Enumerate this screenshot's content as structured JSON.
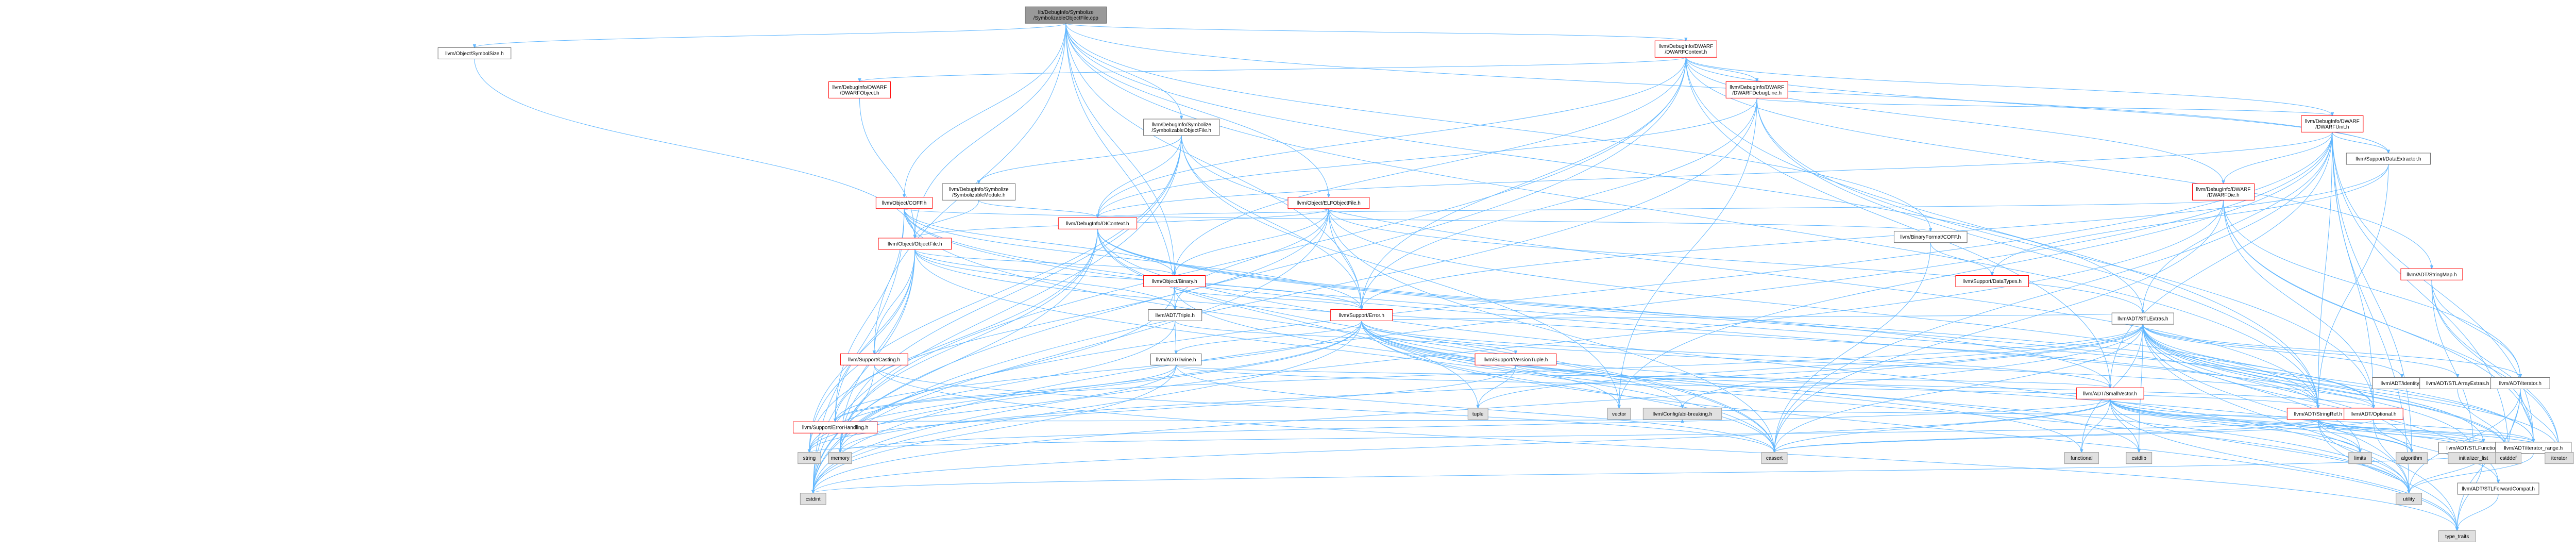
{
  "colors": {
    "root_fill": "#999999",
    "node_fill": "#ffffff",
    "external_fill": "#e0e0e0",
    "node_border_internal": "#ff0000",
    "node_border_plain": "#666666",
    "node_border_external": "#999999",
    "edge": "#63b8ff",
    "text": "#000000"
  },
  "nodes": [
    {
      "id": "root",
      "lines": [
        "lib/DebugInfo/Symbolize",
        "/SymbolizableObjectFile.cpp"
      ],
      "kind": "root"
    },
    {
      "id": "symbolsize",
      "lines": [
        "llvm/Object/SymbolSize.h"
      ],
      "kind": "plain"
    },
    {
      "id": "dwarfcontext",
      "lines": [
        "llvm/DebugInfo/DWARF",
        "/DWARFContext.h"
      ],
      "kind": "internal"
    },
    {
      "id": "dwarfobject",
      "lines": [
        "llvm/DebugInfo/DWARF",
        "/DWARFObject.h"
      ],
      "kind": "internal"
    },
    {
      "id": "dwarfdebugline",
      "lines": [
        "llvm/DebugInfo/DWARF",
        "/DWARFDebugLine.h"
      ],
      "kind": "internal"
    },
    {
      "id": "symbolizableobjectfile",
      "lines": [
        "llvm/DebugInfo/Symbolize",
        "/SymbolizableObjectFile.h"
      ],
      "kind": "plain"
    },
    {
      "id": "dwarfunit",
      "lines": [
        "llvm/DebugInfo/DWARF",
        "/DWARFUnit.h"
      ],
      "kind": "internal"
    },
    {
      "id": "symbolizablemodule",
      "lines": [
        "llvm/DebugInfo/Symbolize",
        "/SymbolizableModule.h"
      ],
      "kind": "plain"
    },
    {
      "id": "dataextractor",
      "lines": [
        "llvm/Support/DataExtractor.h"
      ],
      "kind": "plain"
    },
    {
      "id": "dwarfdie",
      "lines": [
        "llvm/DebugInfo/DWARF",
        "/DWARFDie.h"
      ],
      "kind": "internal"
    },
    {
      "id": "objectcoff",
      "lines": [
        "llvm/Object/COFF.h"
      ],
      "kind": "internal"
    },
    {
      "id": "dicontext",
      "lines": [
        "llvm/DebugInfo/DIContext.h"
      ],
      "kind": "internal"
    },
    {
      "id": "elfobjectfile",
      "lines": [
        "llvm/Object/ELFObjectFile.h"
      ],
      "kind": "internal"
    },
    {
      "id": "objectfile",
      "lines": [
        "llvm/Object/ObjectFile.h"
      ],
      "kind": "internal"
    },
    {
      "id": "binaryformatcoff",
      "lines": [
        "llvm/BinaryFormat/COFF.h"
      ],
      "kind": "plain"
    },
    {
      "id": "stringmap",
      "lines": [
        "llvm/ADT/StringMap.h"
      ],
      "kind": "internal"
    },
    {
      "id": "datatypes",
      "lines": [
        "llvm/Support/DataTypes.h"
      ],
      "kind": "internal"
    },
    {
      "id": "objectbinary",
      "lines": [
        "llvm/Object/Binary.h"
      ],
      "kind": "internal"
    },
    {
      "id": "triple",
      "lines": [
        "llvm/ADT/Triple.h"
      ],
      "kind": "plain"
    },
    {
      "id": "supporterror",
      "lines": [
        "llvm/Support/Error.h"
      ],
      "kind": "internal"
    },
    {
      "id": "supportcasting",
      "lines": [
        "llvm/Support/Casting.h"
      ],
      "kind": "internal"
    },
    {
      "id": "twine",
      "lines": [
        "llvm/ADT/Twine.h"
      ],
      "kind": "plain"
    },
    {
      "id": "versiontuple",
      "lines": [
        "llvm/Support/VersionTuple.h"
      ],
      "kind": "internal"
    },
    {
      "id": "stlextras",
      "lines": [
        "llvm/ADT/STLExtras.h"
      ],
      "kind": "plain"
    },
    {
      "id": "errorhandling",
      "lines": [
        "llvm/Support/ErrorHandling.h"
      ],
      "kind": "internal"
    },
    {
      "id": "abibreaking",
      "lines": [
        "llvm/Config/abi-breaking.h"
      ],
      "kind": "external"
    },
    {
      "id": "smallvector",
      "lines": [
        "llvm/ADT/SmallVector.h"
      ],
      "kind": "internal"
    },
    {
      "id": "stringref",
      "lines": [
        "llvm/ADT/StringRef.h"
      ],
      "kind": "internal"
    },
    {
      "id": "optional",
      "lines": [
        "llvm/ADT/Optional.h"
      ],
      "kind": "internal"
    },
    {
      "id": "identity",
      "lines": [
        "llvm/ADT/identity.h"
      ],
      "kind": "plain"
    },
    {
      "id": "stlarrayextras",
      "lines": [
        "llvm/ADT/STLArrayExtras.h"
      ],
      "kind": "plain"
    },
    {
      "id": "adtiterator",
      "lines": [
        "llvm/ADT/iterator.h"
      ],
      "kind": "plain"
    },
    {
      "id": "stlfunctionalextras",
      "lines": [
        "llvm/ADT/STLFunctionalExtras.h"
      ],
      "kind": "plain"
    },
    {
      "id": "iteratorrange",
      "lines": [
        "llvm/ADT/iterator_range.h"
      ],
      "kind": "plain"
    },
    {
      "id": "stlforwardcompat",
      "lines": [
        "llvm/ADT/STLForwardCompat.h"
      ],
      "kind": "plain"
    },
    {
      "id": "vector",
      "lines": [
        "vector"
      ],
      "kind": "external"
    },
    {
      "id": "tuple",
      "lines": [
        "tuple"
      ],
      "kind": "external"
    },
    {
      "id": "string",
      "lines": [
        "string"
      ],
      "kind": "external"
    },
    {
      "id": "memory",
      "lines": [
        "memory"
      ],
      "kind": "external"
    },
    {
      "id": "cstdint",
      "lines": [
        "cstdint"
      ],
      "kind": "external"
    },
    {
      "id": "cassert",
      "lines": [
        "cassert"
      ],
      "kind": "external"
    },
    {
      "id": "functional",
      "lines": [
        "functional"
      ],
      "kind": "external"
    },
    {
      "id": "cstdlib",
      "lines": [
        "cstdlib"
      ],
      "kind": "external"
    },
    {
      "id": "limits",
      "lines": [
        "limits"
      ],
      "kind": "external"
    },
    {
      "id": "algorithm",
      "lines": [
        "algorithm"
      ],
      "kind": "external"
    },
    {
      "id": "initializerlist",
      "lines": [
        "initializer_list"
      ],
      "kind": "external"
    },
    {
      "id": "cstddef",
      "lines": [
        "cstddef"
      ],
      "kind": "external"
    },
    {
      "id": "iterator",
      "lines": [
        "iterator"
      ],
      "kind": "external"
    },
    {
      "id": "utility",
      "lines": [
        "utility"
      ],
      "kind": "external"
    },
    {
      "id": "typetraits",
      "lines": [
        "type_traits"
      ],
      "kind": "external"
    }
  ],
  "edges": [
    [
      "root",
      "symbolsize"
    ],
    [
      "root",
      "dwarfcontext"
    ],
    [
      "root",
      "symbolizableobjectfile"
    ],
    [
      "root",
      "objectcoff"
    ],
    [
      "root",
      "elfobjectfile"
    ],
    [
      "root",
      "objectfile"
    ],
    [
      "root",
      "binaryformatcoff"
    ],
    [
      "root",
      "objectbinary"
    ],
    [
      "root",
      "supportcasting"
    ],
    [
      "root",
      "dataextractor"
    ],
    [
      "root",
      "stlextras"
    ],
    [
      "root",
      "stringref"
    ],
    [
      "root",
      "triple"
    ],
    [
      "root",
      "supporterror"
    ],
    [
      "symbolsize",
      "objectfile"
    ],
    [
      "dwarfcontext",
      "dwarfobject"
    ],
    [
      "dwarfcontext",
      "dwarfdebugline"
    ],
    [
      "dwarfcontext",
      "dwarfunit"
    ],
    [
      "dwarfcontext",
      "dwarfdie"
    ],
    [
      "dwarfcontext",
      "dicontext"
    ],
    [
      "dwarfcontext",
      "stringmap"
    ],
    [
      "dwarfcontext",
      "smallvector"
    ],
    [
      "dwarfcontext",
      "stringref"
    ],
    [
      "dwarfcontext",
      "dataextractor"
    ],
    [
      "dwarfcontext",
      "supporterror"
    ],
    [
      "dwarfcontext",
      "memory"
    ],
    [
      "dwarfcontext",
      "cstdint"
    ],
    [
      "dwarfcontext",
      "objectbinary"
    ],
    [
      "dwarfobject",
      "objectfile"
    ],
    [
      "dwarfdebugline",
      "dwarfunit"
    ],
    [
      "dwarfdebugline",
      "dicontext"
    ],
    [
      "dwarfdebugline",
      "stringref"
    ],
    [
      "dwarfdebugline",
      "supporterror"
    ],
    [
      "dwarfdebugline",
      "vector"
    ],
    [
      "dwarfdebugline",
      "cstdint"
    ],
    [
      "dwarfdebugline",
      "optional"
    ],
    [
      "symbolizableobjectfile",
      "symbolizablemodule"
    ],
    [
      "symbolizableobjectfile",
      "dicontext"
    ],
    [
      "symbolizableobjectfile",
      "supporterror"
    ],
    [
      "symbolizableobjectfile",
      "stringref"
    ],
    [
      "symbolizableobjectfile",
      "cstdint"
    ],
    [
      "symbolizableobjectfile",
      "memory"
    ],
    [
      "symbolizableobjectfile",
      "string"
    ],
    [
      "symbolizableobjectfile",
      "vector"
    ],
    [
      "symbolizablemodule",
      "dicontext"
    ],
    [
      "symbolizablemodule",
      "objectfile"
    ],
    [
      "dwarfunit",
      "dwarfdie"
    ],
    [
      "dwarfunit",
      "dataextractor"
    ],
    [
      "dwarfunit",
      "stlextras"
    ],
    [
      "dwarfunit",
      "smallvector"
    ],
    [
      "dwarfunit",
      "stringref"
    ],
    [
      "dwarfunit",
      "optional"
    ],
    [
      "dwarfunit",
      "dicontext"
    ],
    [
      "dwarfunit",
      "algorithm"
    ],
    [
      "dwarfunit",
      "cassert"
    ],
    [
      "dwarfunit",
      "cstddef"
    ],
    [
      "dwarfunit",
      "cstdint"
    ],
    [
      "dwarfunit",
      "memory"
    ],
    [
      "dwarfunit",
      "utility"
    ],
    [
      "dwarfunit",
      "vector"
    ],
    [
      "dwarfunit",
      "iteratorrange"
    ],
    [
      "dataextractor",
      "datatypes"
    ],
    [
      "dataextractor",
      "supporterror"
    ],
    [
      "dataextractor",
      "stringref"
    ],
    [
      "dwarfdie",
      "dicontext"
    ],
    [
      "dwarfdie",
      "adtiterator"
    ],
    [
      "dwarfdie",
      "iteratorrange"
    ],
    [
      "dwarfdie",
      "optional"
    ],
    [
      "dwarfdie",
      "cassert"
    ],
    [
      "dwarfdie",
      "cstdint"
    ],
    [
      "dwarfdie",
      "iterator"
    ],
    [
      "objectcoff",
      "objectfile"
    ],
    [
      "objectcoff",
      "binaryformatcoff"
    ],
    [
      "objectcoff",
      "objectbinary"
    ],
    [
      "objectcoff",
      "supporterror"
    ],
    [
      "objectcoff",
      "errorhandling"
    ],
    [
      "objectcoff",
      "cassert"
    ],
    [
      "objectcoff",
      "cstddef"
    ],
    [
      "objectcoff",
      "cstdint"
    ],
    [
      "objectcoff",
      "iteratorrange"
    ],
    [
      "dicontext",
      "stringref"
    ],
    [
      "dicontext",
      "optional"
    ],
    [
      "dicontext",
      "smallvector"
    ],
    [
      "dicontext",
      "cassert"
    ],
    [
      "dicontext",
      "cstdint"
    ],
    [
      "dicontext",
      "memory"
    ],
    [
      "dicontext",
      "string"
    ],
    [
      "dicontext",
      "tuple"
    ],
    [
      "dicontext",
      "utility"
    ],
    [
      "elfobjectfile",
      "objectfile"
    ],
    [
      "elfobjectfile",
      "objectbinary"
    ],
    [
      "elfobjectfile",
      "supporterror"
    ],
    [
      "elfobjectfile",
      "casting"
    ],
    [
      "elfobjectfile",
      "stlextras"
    ],
    [
      "elfobjectfile",
      "stringref"
    ],
    [
      "elfobjectfile",
      "triple"
    ],
    [
      "elfobjectfile",
      "cassert"
    ],
    [
      "elfobjectfile",
      "cstdint"
    ],
    [
      "elfobjectfile",
      "errorhandling"
    ],
    [
      "objectfile",
      "objectbinary"
    ],
    [
      "objectfile",
      "supporterror"
    ],
    [
      "objectfile",
      "supportcasting"
    ],
    [
      "objectfile",
      "triple"
    ],
    [
      "objectfile",
      "stringref"
    ],
    [
      "objectfile",
      "errorhandling"
    ],
    [
      "objectfile",
      "cassert"
    ],
    [
      "objectfile",
      "cstdint"
    ],
    [
      "objectfile",
      "memory"
    ],
    [
      "objectfile",
      "string"
    ],
    [
      "binaryformatcoff",
      "datatypes"
    ],
    [
      "binaryformatcoff",
      "cassert"
    ],
    [
      "stringmap",
      "adtiterator"
    ],
    [
      "stringmap",
      "iteratorrange"
    ],
    [
      "stringmap",
      "initializerlist"
    ],
    [
      "stringmap",
      "iterator"
    ],
    [
      "objectbinary",
      "triple"
    ],
    [
      "objectbinary",
      "supporterror"
    ],
    [
      "objectbinary",
      "memory"
    ],
    [
      "objectbinary",
      "utility"
    ],
    [
      "triple",
      "twine"
    ],
    [
      "triple",
      "versiontuple"
    ],
    [
      "triple",
      "string"
    ],
    [
      "supporterror",
      "abibreaking"
    ],
    [
      "supporterror",
      "stlextras"
    ],
    [
      "supporterror",
      "smallvector"
    ],
    [
      "supporterror",
      "twine"
    ],
    [
      "supporterror",
      "errorhandling"
    ],
    [
      "supporterror",
      "algorithm"
    ],
    [
      "supporterror",
      "cassert"
    ],
    [
      "supporterror",
      "cstdint"
    ],
    [
      "supporterror",
      "cstdlib"
    ],
    [
      "supporterror",
      "functional"
    ],
    [
      "supporterror",
      "memory"
    ],
    [
      "supporterror",
      "string"
    ],
    [
      "supporterror",
      "system_error"
    ],
    [
      "supporterror",
      "typetraits"
    ],
    [
      "supporterror",
      "utility"
    ],
    [
      "supporterror",
      "vector"
    ],
    [
      "supporterror",
      "optional"
    ],
    [
      "supportcasting",
      "memory"
    ],
    [
      "supportcasting",
      "cassert"
    ],
    [
      "supportcasting",
      "typetraits"
    ],
    [
      "twine",
      "smallvector"
    ],
    [
      "twine",
      "stringref"
    ],
    [
      "twine",
      "errorhandling"
    ],
    [
      "twine",
      "cassert"
    ],
    [
      "twine",
      "cstdint"
    ],
    [
      "twine",
      "string"
    ],
    [
      "versiontuple",
      "optional"
    ],
    [
      "versiontuple",
      "tuple"
    ],
    [
      "versiontuple",
      "string"
    ],
    [
      "stlextras",
      "identity"
    ],
    [
      "stlextras",
      "stlarrayextras"
    ],
    [
      "stlextras",
      "stlforwardcompat"
    ],
    [
      "stlextras",
      "stlfunctionalextras"
    ],
    [
      "stlextras",
      "adtiterator"
    ],
    [
      "stlextras",
      "iteratorrange"
    ],
    [
      "stlextras",
      "optional"
    ],
    [
      "stlextras",
      "abibreaking"
    ],
    [
      "stlextras",
      "errorhandling"
    ],
    [
      "stlextras",
      "algorithm"
    ],
    [
      "stlextras",
      "cassert"
    ],
    [
      "stlextras",
      "cstddef"
    ],
    [
      "stlextras",
      "cstdint"
    ],
    [
      "stlextras",
      "cstdlib"
    ],
    [
      "stlextras",
      "functional"
    ],
    [
      "stlextras",
      "initializerlist"
    ],
    [
      "stlextras",
      "iterator"
    ],
    [
      "stlextras",
      "limits"
    ],
    [
      "stlextras",
      "memory"
    ],
    [
      "stlextras",
      "tuple"
    ],
    [
      "stlextras",
      "typetraits"
    ],
    [
      "stlextras",
      "utility"
    ],
    [
      "errorhandling",
      "abibreaking"
    ],
    [
      "smallvector",
      "algorithm"
    ],
    [
      "smallvector",
      "cassert"
    ],
    [
      "smallvector",
      "cstddef"
    ],
    [
      "smallvector",
      "cstdint"
    ],
    [
      "smallvector",
      "cstdlib"
    ],
    [
      "smallvector",
      "functional"
    ],
    [
      "smallvector",
      "initializerlist"
    ],
    [
      "smallvector",
      "iterator"
    ],
    [
      "smallvector",
      "limits"
    ],
    [
      "smallvector",
      "memory"
    ],
    [
      "smallvector",
      "typetraits"
    ],
    [
      "smallvector",
      "utility"
    ],
    [
      "smallvector",
      "iteratorrange"
    ],
    [
      "stringref",
      "stlfunctionalextras"
    ],
    [
      "stringref",
      "iteratorrange"
    ],
    [
      "stringref",
      "algorithm"
    ],
    [
      "stringref",
      "cassert"
    ],
    [
      "stringref",
      "cstddef"
    ],
    [
      "stringref",
      "cstring"
    ],
    [
      "stringref",
      "limits"
    ],
    [
      "stringref",
      "string"
    ],
    [
      "stringref",
      "typetraits"
    ],
    [
      "stringref",
      "utility"
    ],
    [
      "optional",
      "stlforwardcompat"
    ],
    [
      "optional",
      "abibreaking"
    ],
    [
      "optional",
      "cassert"
    ],
    [
      "optional",
      "new"
    ],
    [
      "optional",
      "utility"
    ],
    [
      "stlarrayextras",
      "cstddef"
    ],
    [
      "adtiterator",
      "iteratorrange"
    ],
    [
      "adtiterator",
      "cstddef"
    ],
    [
      "adtiterator",
      "iterator"
    ],
    [
      "adtiterator",
      "typetraits"
    ],
    [
      "adtiterator",
      "utility"
    ],
    [
      "stlfunctionalextras",
      "stlextras"
    ],
    [
      "stlfunctionalextras",
      "cstdint"
    ],
    [
      "stlfunctionalextras",
      "typetraits"
    ],
    [
      "stlfunctionalextras",
      "utility"
    ],
    [
      "iteratorrange",
      "utility"
    ],
    [
      "stlforwardcompat",
      "typetraits"
    ]
  ]
}
